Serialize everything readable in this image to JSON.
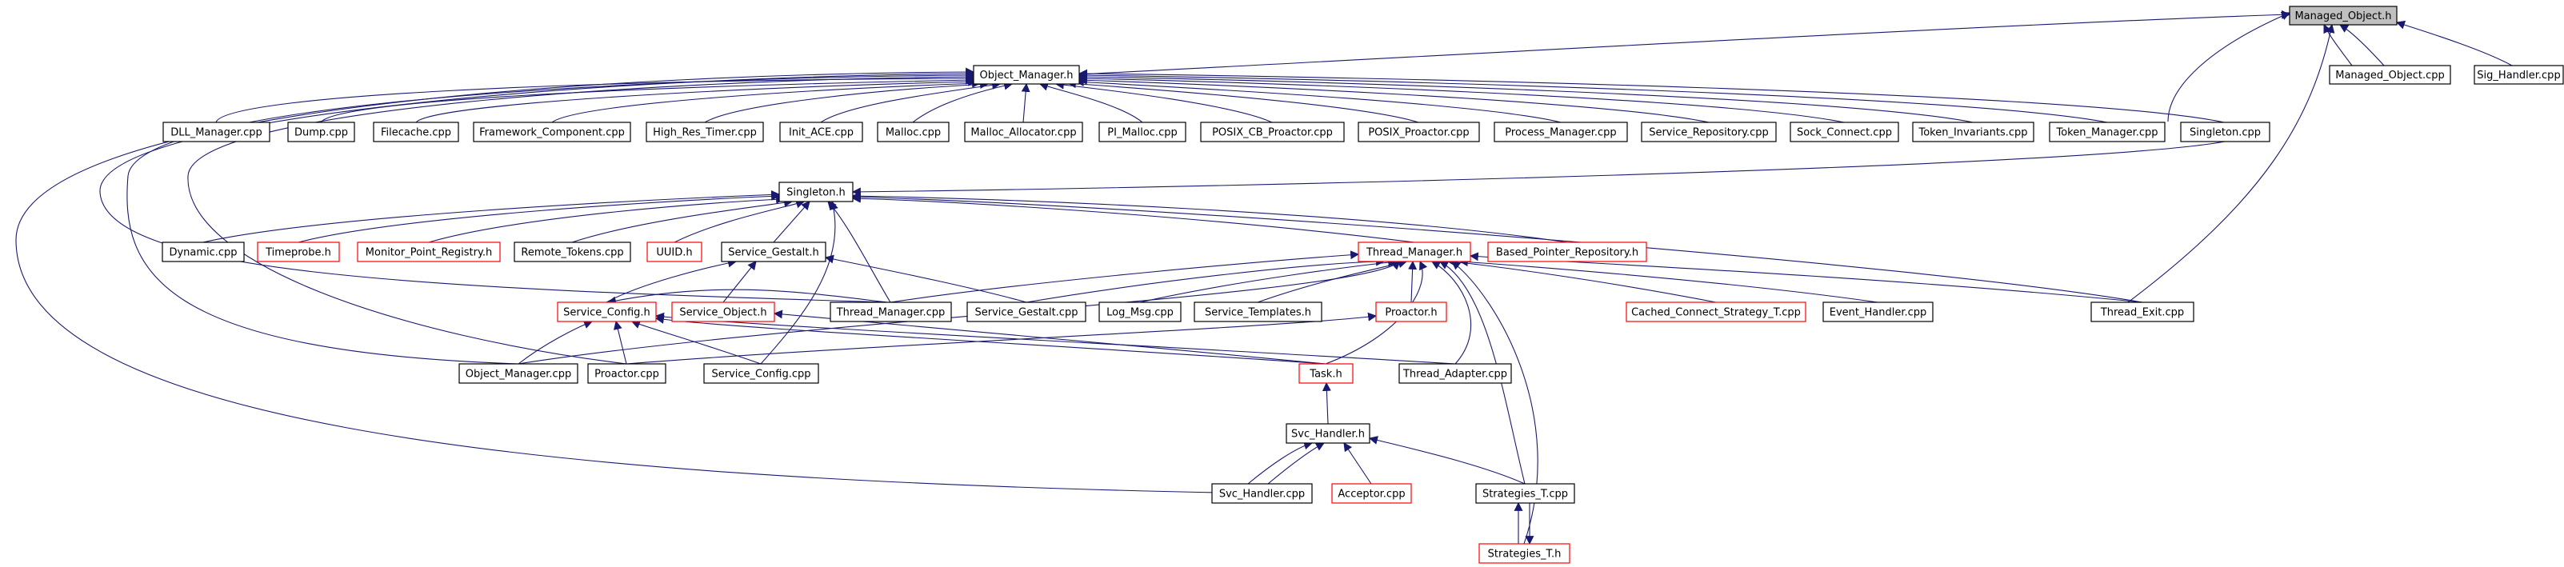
{
  "nodes": {
    "managed_object_h": "Managed_Object.h",
    "object_manager_h": "Object_Manager.h",
    "managed_object_cpp": "Managed_Object.cpp",
    "sig_handler_cpp": "Sig_Handler.cpp",
    "dll_manager_cpp": "DLL_Manager.cpp",
    "dump_cpp": "Dump.cpp",
    "filecache_cpp": "Filecache.cpp",
    "framework_component_cpp": "Framework_Component.cpp",
    "high_res_timer_cpp": "High_Res_Timer.cpp",
    "init_ace_cpp": "Init_ACE.cpp",
    "malloc_cpp": "Malloc.cpp",
    "malloc_allocator_cpp": "Malloc_Allocator.cpp",
    "pi_malloc_cpp": "PI_Malloc.cpp",
    "posix_cb_proactor_cpp": "POSIX_CB_Proactor.cpp",
    "posix_proactor_cpp": "POSIX_Proactor.cpp",
    "process_manager_cpp": "Process_Manager.cpp",
    "service_repository_cpp": "Service_Repository.cpp",
    "sock_connect_cpp": "Sock_Connect.cpp",
    "token_invariants_cpp": "Token_Invariants.cpp",
    "token_manager_cpp": "Token_Manager.cpp",
    "singleton_cpp": "Singleton.cpp",
    "singleton_h": "Singleton.h",
    "dynamic_cpp": "Dynamic.cpp",
    "timeprobe_h": "Timeprobe.h",
    "monitor_point_registry_h": "Monitor_Point_Registry.h",
    "remote_tokens_cpp": "Remote_Tokens.cpp",
    "uuid_h": "UUID.h",
    "service_gestalt_h": "Service_Gestalt.h",
    "thread_manager_h": "Thread_Manager.h",
    "based_pointer_repository_h": "Based_Pointer_Repository.h",
    "service_config_h": "Service_Config.h",
    "service_object_h": "Service_Object.h",
    "thread_manager_cpp": "Thread_Manager.cpp",
    "service_gestalt_cpp": "Service_Gestalt.cpp",
    "log_msg_cpp": "Log_Msg.cpp",
    "service_templates_h": "Service_Templates.h",
    "proactor_h": "Proactor.h",
    "cached_connect_strategy_t_cpp": "Cached_Connect_Strategy_T.cpp",
    "event_handler_cpp": "Event_Handler.cpp",
    "thread_exit_cpp": "Thread_Exit.cpp",
    "object_manager_cpp": "Object_Manager.cpp",
    "proactor_cpp": "Proactor.cpp",
    "service_config_cpp": "Service_Config.cpp",
    "task_h": "Task.h",
    "thread_adapter_cpp": "Thread_Adapter.cpp",
    "svc_handler_h": "Svc_Handler.h",
    "svc_handler_cpp": "Svc_Handler.cpp",
    "acceptor_cpp": "Acceptor.cpp",
    "strategies_t_cpp": "Strategies_T.cpp",
    "strategies_t_h": "Strategies_T.h"
  },
  "colors": {
    "edge": "#191970",
    "box_border": "#000000",
    "box_border_missing_docs": "#ff0000",
    "root_fill": "#bfbfbf"
  }
}
